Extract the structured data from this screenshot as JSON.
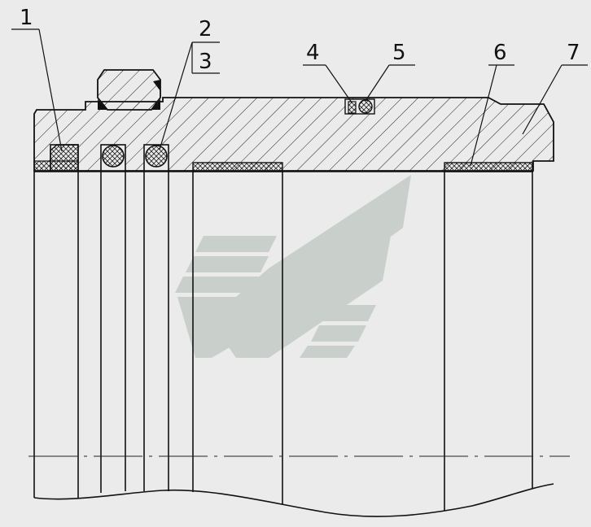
{
  "callouts": [
    {
      "label": "1"
    },
    {
      "label": "2"
    },
    {
      "label": "3"
    },
    {
      "label": "4"
    },
    {
      "label": "5"
    },
    {
      "label": "6"
    },
    {
      "label": "7"
    }
  ],
  "colors": {
    "background": "#ebebeb",
    "line": "#111111",
    "watermark": "#c9cfca"
  }
}
